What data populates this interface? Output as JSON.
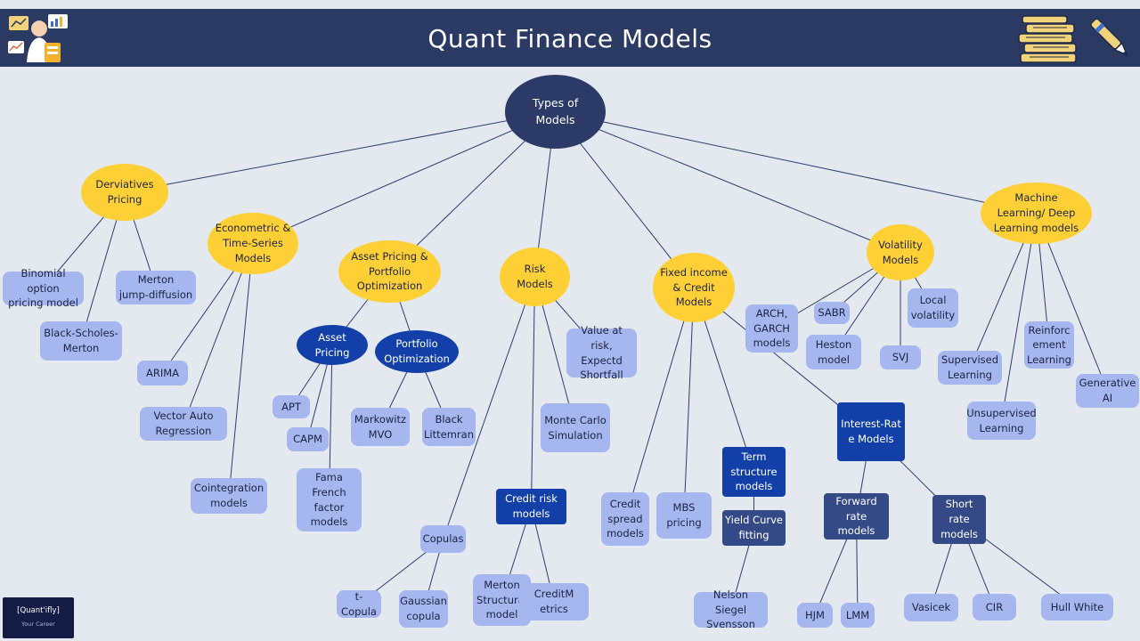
{
  "header": {
    "title": "Quant Finance Models"
  },
  "brand": {
    "name": "[Quant'ifly]",
    "tagline": "Your Career"
  },
  "icons": [
    "analyst-illustration-icon",
    "books-stack-icon",
    "pen-icon"
  ],
  "colors": {
    "header_bg": "#2a3a62",
    "page_bg": "#e4e8ef",
    "root": "#2b3a67",
    "category": "#ffd036",
    "leaf": "#a6b7ef",
    "subcategory": "#1240a8",
    "dark_box": "#344a86",
    "connector": "#2f3d70"
  },
  "nodes": [
    {
      "id": "root",
      "label": "Types of\nModels",
      "kind": "root"
    },
    {
      "id": "deriv",
      "label": "Derviatives\nPricing",
      "kind": "category",
      "parent": "root"
    },
    {
      "id": "econ",
      "label": "Econometric &\nTime-Series\nModels",
      "kind": "category",
      "parent": "root"
    },
    {
      "id": "asset",
      "label": "Asset Pricing &\nPortfolio\nOptimization",
      "kind": "category",
      "parent": "root"
    },
    {
      "id": "risk",
      "label": "Risk\nModels",
      "kind": "category",
      "parent": "root"
    },
    {
      "id": "fixed",
      "label": "Fixed income\n& Credit\nModels",
      "kind": "category",
      "parent": "root"
    },
    {
      "id": "vol",
      "label": "Volatility\nModels",
      "kind": "category",
      "parent": "root"
    },
    {
      "id": "ml",
      "label": "Machine\nLearning/ Deep\nLearning models",
      "kind": "category",
      "parent": "root"
    },
    {
      "id": "binom",
      "label": "Binomial option\npricing model",
      "kind": "leaf",
      "parent": "deriv"
    },
    {
      "id": "bsm",
      "label": "Black-Scholes-\nMerton",
      "kind": "leaf",
      "parent": "deriv"
    },
    {
      "id": "merton_jd",
      "label": "Merton\njump-diffusion",
      "kind": "leaf",
      "parent": "deriv"
    },
    {
      "id": "arima",
      "label": "ARIMA",
      "kind": "leaf",
      "parent": "econ"
    },
    {
      "id": "var",
      "label": "Vector Auto\nRegression",
      "kind": "leaf",
      "parent": "econ"
    },
    {
      "id": "coint",
      "label": "Cointegration\nmodels",
      "kind": "leaf",
      "parent": "econ"
    },
    {
      "id": "assetp",
      "label": "Asset\nPricing",
      "kind": "subcategory",
      "parent": "asset"
    },
    {
      "id": "portopt",
      "label": "Portfolio\nOptimization",
      "kind": "subcategory",
      "parent": "asset"
    },
    {
      "id": "apt",
      "label": "APT",
      "kind": "leaf",
      "parent": "assetp"
    },
    {
      "id": "capm",
      "label": "CAPM",
      "kind": "leaf",
      "parent": "assetp"
    },
    {
      "id": "fama",
      "label": "Fama\nFrench\nfactor\nmodels",
      "kind": "leaf",
      "parent": "assetp"
    },
    {
      "id": "mvo",
      "label": "Markowitz\nMVO",
      "kind": "leaf",
      "parent": "portopt"
    },
    {
      "id": "bl",
      "label": "Black\nLittemran",
      "kind": "leaf",
      "parent": "portopt"
    },
    {
      "id": "varisk",
      "label": "Value at\nrisk, Expectd\nShortfall",
      "kind": "leaf",
      "parent": "risk"
    },
    {
      "id": "mc",
      "label": "Monte Carlo\nSimulation",
      "kind": "leaf",
      "parent": "risk"
    },
    {
      "id": "creditrisk",
      "label": "Credit risk\nmodels",
      "kind": "box",
      "parent": "risk"
    },
    {
      "id": "copulas",
      "label": "Copulas",
      "kind": "leaf",
      "parent": "risk"
    },
    {
      "id": "tcop",
      "label": "t-Copula",
      "kind": "leaf",
      "parent": "copulas"
    },
    {
      "id": "gcop",
      "label": "Gaussian\ncopula",
      "kind": "leaf",
      "parent": "copulas"
    },
    {
      "id": "mertonstruct",
      "label": "Merton\nStructural\nmodel",
      "kind": "leaf",
      "parent": "creditrisk"
    },
    {
      "id": "creditmetrics",
      "label": "CreditM\netrics",
      "kind": "leaf",
      "parent": "creditrisk"
    },
    {
      "id": "cspread",
      "label": "Credit\nspread\nmodels",
      "kind": "leaf",
      "parent": "fixed"
    },
    {
      "id": "mbs",
      "label": "MBS\npricing",
      "kind": "leaf",
      "parent": "fixed"
    },
    {
      "id": "termstruct",
      "label": "Term\nstructure\nmodels",
      "kind": "box",
      "parent": "fixed"
    },
    {
      "id": "ycf",
      "label": "Yield Curve\nfitting",
      "kind": "dark",
      "parent": "termstruct"
    },
    {
      "id": "nss",
      "label": "Nelson Siegel\nSvensson",
      "kind": "leaf",
      "parent": "ycf"
    },
    {
      "id": "irmodels",
      "label": "Interest-Rat\ne Models",
      "kind": "box",
      "parent": "fixed"
    },
    {
      "id": "fwd",
      "label": "Forward\nrate models",
      "kind": "dark",
      "parent": "irmodels"
    },
    {
      "id": "shortrate",
      "label": "Short\nrate\nmodels",
      "kind": "dark",
      "parent": "irmodels"
    },
    {
      "id": "hjm",
      "label": "HJM",
      "kind": "leaf",
      "parent": "fwd"
    },
    {
      "id": "lmm",
      "label": "LMM",
      "kind": "leaf",
      "parent": "fwd"
    },
    {
      "id": "vasicek",
      "label": "Vasicek",
      "kind": "leaf",
      "parent": "shortrate"
    },
    {
      "id": "cir",
      "label": "CIR",
      "kind": "leaf",
      "parent": "shortrate"
    },
    {
      "id": "hullwhite",
      "label": "Hull White",
      "kind": "leaf",
      "parent": "shortrate"
    },
    {
      "id": "garch",
      "label": "ARCH,\nGARCH\nmodels",
      "kind": "leaf",
      "parent": "vol"
    },
    {
      "id": "sabr",
      "label": "SABR",
      "kind": "leaf",
      "parent": "vol"
    },
    {
      "id": "heston",
      "label": "Heston\nmodel",
      "kind": "leaf",
      "parent": "vol"
    },
    {
      "id": "svj",
      "label": "SVJ",
      "kind": "leaf",
      "parent": "vol"
    },
    {
      "id": "localvol",
      "label": "Local\nvolatility",
      "kind": "leaf",
      "parent": "vol"
    },
    {
      "id": "sup",
      "label": "Supervised\nLearning",
      "kind": "leaf",
      "parent": "ml"
    },
    {
      "id": "unsup",
      "label": "Unsupervised\nLearning",
      "kind": "leaf",
      "parent": "ml"
    },
    {
      "id": "rl",
      "label": "Reinforc\nement\nLearning",
      "kind": "leaf",
      "parent": "ml"
    },
    {
      "id": "genai",
      "label": "Generative\nAI",
      "kind": "leaf",
      "parent": "ml"
    }
  ]
}
